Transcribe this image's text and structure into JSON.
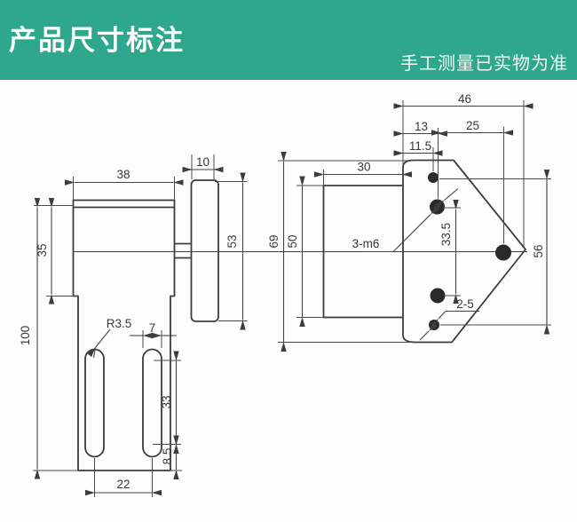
{
  "header": {
    "title": "产品尺寸标注",
    "note": "手工测量已实物为准",
    "background_color": "#2ea78c",
    "text_color": "#ffffff"
  },
  "drawing": {
    "line_color": "#3c3c3e",
    "hole_color": "#2a2a2c",
    "labels": {
      "d38": "38",
      "d10": "10",
      "d35": "35",
      "d53": "53",
      "d69": "69",
      "d100": "100",
      "r35": "R3.5",
      "d7": "7",
      "d33": "33",
      "d85": "8.5",
      "d22": "22",
      "d46": "46",
      "d13": "13",
      "d25": "25",
      "d115": "11.5",
      "d30": "30",
      "d50": "50",
      "d56": "56",
      "d335": "33.5",
      "m6": "3-m6",
      "h5": "2-5"
    },
    "views": {
      "side_view_dimensions": [
        "38",
        "10",
        "35",
        "53",
        "100",
        "R3.5",
        "7",
        "33",
        "8.5",
        "22"
      ],
      "front_view_dimensions": [
        "46",
        "13",
        "25",
        "11.5",
        "30",
        "69",
        "50",
        "56",
        "33.5",
        "3-m6",
        "2-5"
      ],
      "hole_count": 5
    }
  }
}
